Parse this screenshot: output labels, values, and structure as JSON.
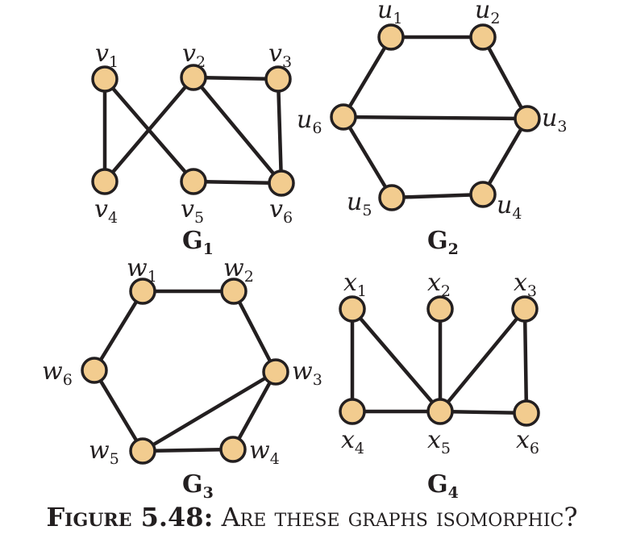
{
  "colors": {
    "node_fill": "#f2cc8f",
    "ink": "#231f20"
  },
  "graphs": [
    {
      "name": "G",
      "sub": "1",
      "vertices": [
        {
          "id": "v1",
          "base": "v",
          "sub": "1"
        },
        {
          "id": "v2",
          "base": "v",
          "sub": "2"
        },
        {
          "id": "v3",
          "base": "v",
          "sub": "3"
        },
        {
          "id": "v4",
          "base": "v",
          "sub": "4"
        },
        {
          "id": "v5",
          "base": "v",
          "sub": "5"
        },
        {
          "id": "v6",
          "base": "v",
          "sub": "6"
        }
      ],
      "edges": [
        [
          "v1",
          "v4"
        ],
        [
          "v1",
          "v5"
        ],
        [
          "v2",
          "v4"
        ],
        [
          "v2",
          "v3"
        ],
        [
          "v2",
          "v6"
        ],
        [
          "v3",
          "v6"
        ],
        [
          "v5",
          "v6"
        ]
      ]
    },
    {
      "name": "G",
      "sub": "2",
      "vertices": [
        {
          "id": "u1",
          "base": "u",
          "sub": "1"
        },
        {
          "id": "u2",
          "base": "u",
          "sub": "2"
        },
        {
          "id": "u3",
          "base": "u",
          "sub": "3"
        },
        {
          "id": "u4",
          "base": "u",
          "sub": "4"
        },
        {
          "id": "u5",
          "base": "u",
          "sub": "5"
        },
        {
          "id": "u6",
          "base": "u",
          "sub": "6"
        }
      ],
      "edges": [
        [
          "u1",
          "u2"
        ],
        [
          "u2",
          "u3"
        ],
        [
          "u3",
          "u4"
        ],
        [
          "u4",
          "u5"
        ],
        [
          "u5",
          "u6"
        ],
        [
          "u6",
          "u1"
        ],
        [
          "u6",
          "u3"
        ]
      ]
    },
    {
      "name": "G",
      "sub": "3",
      "vertices": [
        {
          "id": "w1",
          "base": "w",
          "sub": "1"
        },
        {
          "id": "w2",
          "base": "w",
          "sub": "2"
        },
        {
          "id": "w3",
          "base": "w",
          "sub": "3"
        },
        {
          "id": "w4",
          "base": "w",
          "sub": "4"
        },
        {
          "id": "w5",
          "base": "w",
          "sub": "5"
        },
        {
          "id": "w6",
          "base": "w",
          "sub": "6"
        }
      ],
      "edges": [
        [
          "w1",
          "w2"
        ],
        [
          "w2",
          "w3"
        ],
        [
          "w3",
          "w4"
        ],
        [
          "w4",
          "w5"
        ],
        [
          "w5",
          "w6"
        ],
        [
          "w6",
          "w1"
        ],
        [
          "w3",
          "w5"
        ]
      ]
    },
    {
      "name": "G",
      "sub": "4",
      "vertices": [
        {
          "id": "x1",
          "base": "x",
          "sub": "1"
        },
        {
          "id": "x2",
          "base": "x",
          "sub": "2"
        },
        {
          "id": "x3",
          "base": "x",
          "sub": "3"
        },
        {
          "id": "x4",
          "base": "x",
          "sub": "4"
        },
        {
          "id": "x5",
          "base": "x",
          "sub": "5"
        },
        {
          "id": "x6",
          "base": "x",
          "sub": "6"
        }
      ],
      "edges": [
        [
          "x1",
          "x4"
        ],
        [
          "x1",
          "x5"
        ],
        [
          "x2",
          "x5"
        ],
        [
          "x3",
          "x5"
        ],
        [
          "x3",
          "x6"
        ],
        [
          "x4",
          "x5"
        ],
        [
          "x5",
          "x6"
        ]
      ]
    }
  ],
  "caption": {
    "label": "Figure 5.48:",
    "text": "Are these graphs isomorphic?"
  }
}
